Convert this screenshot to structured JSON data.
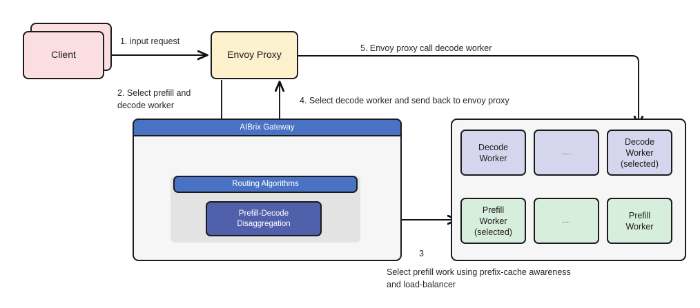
{
  "diagram": {
    "title": "AIBrix Gateway prefill-decode disaggregation request flow",
    "colors": {
      "client": "#fadee2",
      "envoy": "#fcf0cd",
      "gateway_blue": "#4a72c4",
      "pd_blue": "#5160ab",
      "decode_worker": "#d5d6ed",
      "prefill_worker": "#d7eedc",
      "panel_bg": "#f6f6f6",
      "group_bg": "#e3e3e3",
      "stroke": "#1b1b1f"
    }
  },
  "nodes": {
    "client": "Client",
    "envoy": "Envoy Proxy",
    "gateway_header": "AIBrix Gateway",
    "routing_header": "Routing Algorithms",
    "pd_box": "Prefill-Decode\nDisaggregation"
  },
  "workers": {
    "decode": [
      {
        "label": "Decode\nWorker",
        "selected": false
      },
      {
        "label": "....",
        "selected": false
      },
      {
        "label": "Decode\nWorker\n(selected)",
        "selected": true
      }
    ],
    "prefill": [
      {
        "label": "Prefill\nWorker\n(selected)",
        "selected": true
      },
      {
        "label": "....",
        "selected": false
      },
      {
        "label": "Prefill\nWorker",
        "selected": false
      }
    ]
  },
  "edge_labels": {
    "step1": "1. input request",
    "step2": "2. Select prefill and\ndecode worker",
    "step3_number": "3",
    "step3_caption": "Select prefill work using prefix-cache awareness\nand load-balancer",
    "step4": "4. Select decode worker and send back to envoy proxy",
    "step5": "5. Envoy proxy call decode worker"
  }
}
